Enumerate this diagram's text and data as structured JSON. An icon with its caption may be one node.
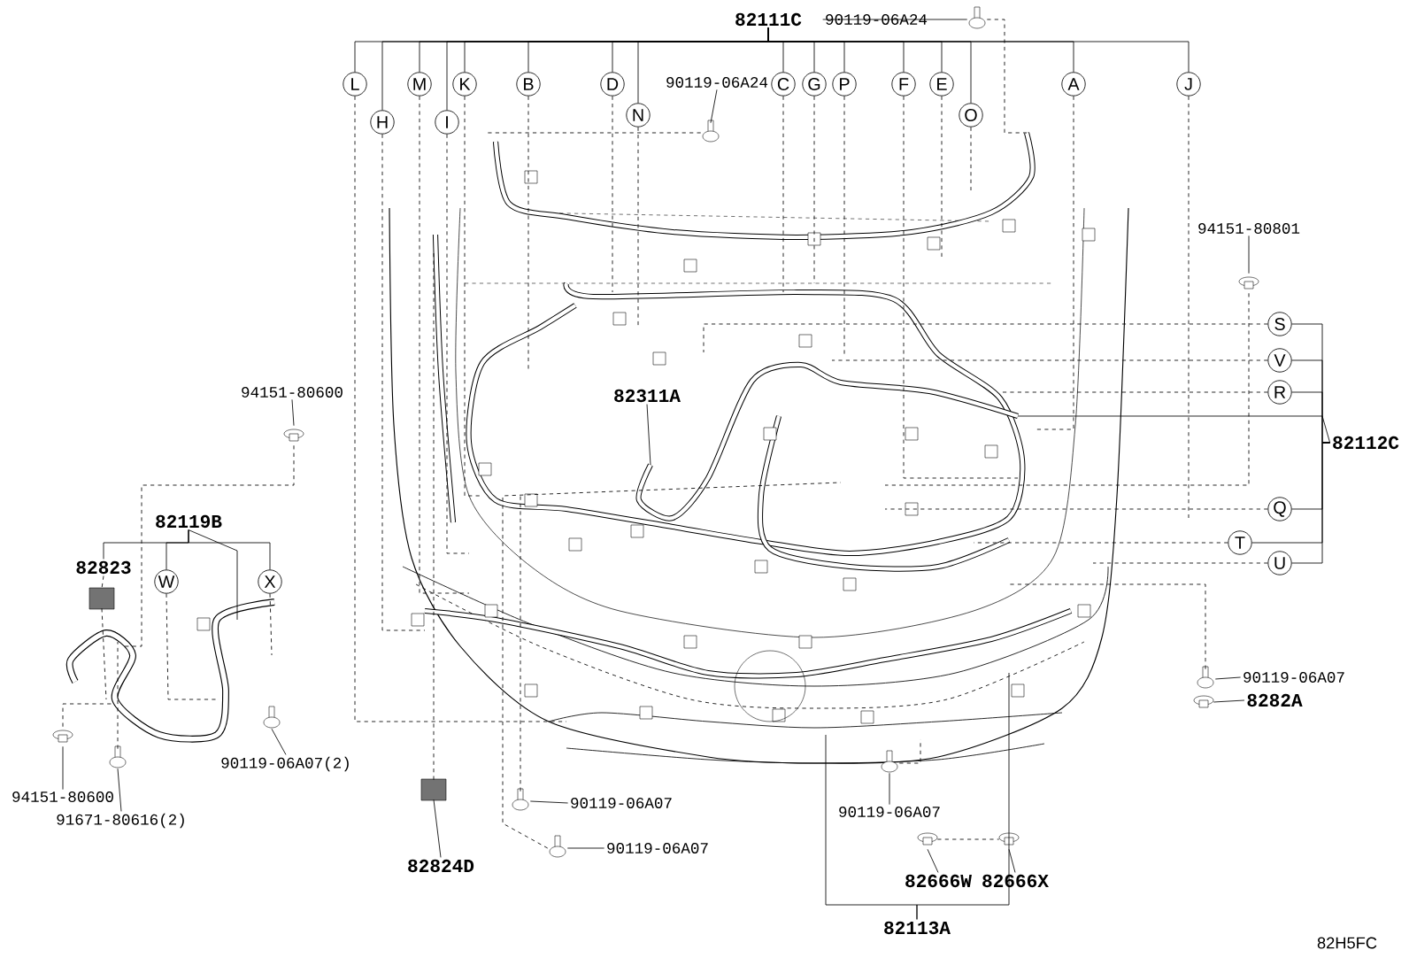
{
  "diagram": {
    "nodes": [
      {
        "text": [
          "82111C"
        ]
      },
      {
        "text": [
          "90119-06A24"
        ]
      },
      {
        "text": [
          "90119-06A24"
        ]
      },
      {
        "text": [
          "94151-80801"
        ]
      },
      {
        "text": [
          "82112C"
        ]
      },
      {
        "text": [
          "94151-80600"
        ]
      },
      {
        "text": [
          "82311A"
        ]
      },
      {
        "text": [
          "82119B"
        ]
      },
      {
        "text": [
          "82823"
        ]
      },
      {
        "text": [
          "90119-06A07(2)"
        ]
      },
      {
        "text": [
          "94151-80600"
        ]
      },
      {
        "text": [
          "91671-80616(2)"
        ]
      },
      {
        "text": [
          "82824D"
        ]
      },
      {
        "text": [
          "90119-06A07"
        ]
      },
      {
        "text": [
          "90119-06A07"
        ]
      },
      {
        "text": [
          "90119-06A07"
        ]
      },
      {
        "text": [
          "82666W"
        ]
      },
      {
        "text": [
          "82666X"
        ]
      },
      {
        "text": [
          "82113A"
        ]
      },
      {
        "text": [
          "90119-06A07"
        ]
      },
      {
        "text": [
          "8282A"
        ]
      },
      {
        "text": [
          "L"
        ]
      },
      {
        "text": [
          "H"
        ]
      },
      {
        "text": [
          "M"
        ]
      },
      {
        "text": [
          "I"
        ]
      },
      {
        "text": [
          "K"
        ]
      },
      {
        "text": [
          "B"
        ]
      },
      {
        "text": [
          "D"
        ]
      },
      {
        "text": [
          "N"
        ]
      },
      {
        "text": [
          "C"
        ]
      },
      {
        "text": [
          "G"
        ]
      },
      {
        "text": [
          "P"
        ]
      },
      {
        "text": [
          "F"
        ]
      },
      {
        "text": [
          "E"
        ]
      },
      {
        "text": [
          "O"
        ]
      },
      {
        "text": [
          "A"
        ]
      },
      {
        "text": [
          "J"
        ]
      },
      {
        "text": [
          "S"
        ]
      },
      {
        "text": [
          "V"
        ]
      },
      {
        "text": [
          "R"
        ]
      },
      {
        "text": [
          "Q"
        ]
      },
      {
        "text": [
          "T"
        ]
      },
      {
        "text": [
          "U"
        ]
      },
      {
        "text": [
          "W"
        ]
      },
      {
        "text": [
          "X"
        ]
      },
      {
        "text": [],
        "shape": "clip"
      },
      {
        "text": [],
        "shape": "box"
      },
      {
        "text": [],
        "shape": "bolt"
      },
      {
        "text": [],
        "shape": "bolt"
      },
      {
        "text": [],
        "shape": "clip"
      },
      {
        "text": [],
        "shape": "box"
      },
      {
        "text": [],
        "shape": "bolt"
      },
      {
        "text": [],
        "shape": "bolt"
      },
      {
        "text": [],
        "shape": "bolt"
      },
      {
        "text": [],
        "shape": "bolt"
      },
      {
        "text": [],
        "shape": "clip"
      },
      {
        "text": [],
        "shape": "bolt"
      },
      {
        "text": [],
        "shape": "clip"
      },
      {
        "text": [],
        "shape": "bolt"
      },
      {
        "text": [],
        "shape": "clip"
      },
      {
        "text": [],
        "shape": "clip"
      }
    ],
    "edges": [
      {
        "from": 0,
        "to": 21,
        "arrow": "none"
      },
      {
        "from": 0,
        "to": 22,
        "arrow": "none"
      },
      {
        "from": 0,
        "to": 23,
        "arrow": "none"
      },
      {
        "from": 0,
        "to": 24,
        "arrow": "none"
      },
      {
        "from": 0,
        "to": 25,
        "arrow": "none"
      },
      {
        "from": 0,
        "to": 26,
        "arrow": "none"
      },
      {
        "from": 0,
        "to": 27,
        "arrow": "none"
      },
      {
        "from": 0,
        "to": 28,
        "arrow": "none"
      },
      {
        "from": 0,
        "to": 29,
        "arrow": "none"
      },
      {
        "from": 0,
        "to": 30,
        "arrow": "none"
      },
      {
        "from": 0,
        "to": 31,
        "arrow": "none"
      },
      {
        "from": 0,
        "to": 32,
        "arrow": "none"
      },
      {
        "from": 0,
        "to": 33,
        "arrow": "none"
      },
      {
        "from": 0,
        "to": 34,
        "arrow": "none"
      },
      {
        "from": 0,
        "to": 35,
        "arrow": "none"
      },
      {
        "from": 0,
        "to": 36,
        "arrow": "none"
      },
      {
        "from": 21,
        "to": null,
        "arrow": "none",
        "style": "dashed"
      },
      {
        "from": 22,
        "to": null,
        "arrow": "none",
        "style": "dashed"
      },
      {
        "from": 23,
        "to": null,
        "arrow": "none",
        "style": "dashed"
      },
      {
        "from": 24,
        "to": null,
        "arrow": "none",
        "style": "dashed"
      },
      {
        "from": 25,
        "to": null,
        "arrow": "none",
        "style": "dashed"
      },
      {
        "from": 26,
        "to": null,
        "arrow": "none",
        "style": "dashed"
      },
      {
        "from": 27,
        "to": null,
        "arrow": "none",
        "style": "dashed"
      },
      {
        "from": 28,
        "to": null,
        "arrow": "none",
        "style": "dashed"
      },
      {
        "from": 29,
        "to": null,
        "arrow": "none",
        "style": "dashed"
      },
      {
        "from": 30,
        "to": null,
        "arrow": "none",
        "style": "dashed"
      },
      {
        "from": 31,
        "to": null,
        "arrow": "none",
        "style": "dashed"
      },
      {
        "from": 32,
        "to": null,
        "arrow": "none",
        "style": "dashed"
      },
      {
        "from": 33,
        "to": null,
        "arrow": "none",
        "style": "dashed"
      },
      {
        "from": 34,
        "to": null,
        "arrow": "none",
        "style": "dashed"
      },
      {
        "from": 35,
        "to": null,
        "arrow": "none",
        "style": "dashed"
      },
      {
        "from": 36,
        "to": null,
        "arrow": "none",
        "style": "dashed"
      },
      {
        "from": 37,
        "to": null,
        "arrow": "none",
        "style": "dashed"
      },
      {
        "from": 38,
        "to": null,
        "arrow": "none",
        "style": "dashed"
      },
      {
        "from": 39,
        "to": null,
        "arrow": "none",
        "style": "dashed"
      },
      {
        "from": 40,
        "to": null,
        "arrow": "none",
        "style": "dashed"
      },
      {
        "from": 41,
        "to": null,
        "arrow": "none",
        "style": "dashed"
      },
      {
        "from": 42,
        "to": null,
        "arrow": "none",
        "style": "dashed"
      },
      {
        "from": 4,
        "to": 37,
        "arrow": "none"
      },
      {
        "from": 4,
        "to": 38,
        "arrow": "none"
      },
      {
        "from": 4,
        "to": 39,
        "arrow": "none"
      },
      {
        "from": 4,
        "to": 40,
        "arrow": "none"
      },
      {
        "from": 4,
        "to": 41,
        "arrow": "none"
      },
      {
        "from": 4,
        "to": 42,
        "arrow": "none"
      },
      {
        "from": 4,
        "to": null,
        "arrow": "none"
      },
      {
        "from": 7,
        "to": 8,
        "arrow": "none"
      },
      {
        "from": 7,
        "to": 43,
        "arrow": "none"
      },
      {
        "from": 7,
        "to": 44,
        "arrow": "none"
      },
      {
        "from": 7,
        "to": null,
        "arrow": "none"
      },
      {
        "from": 8,
        "to": 46,
        "arrow": "none",
        "style": "dashed"
      },
      {
        "from": 46,
        "to": null,
        "arrow": "none",
        "style": "dashed"
      },
      {
        "from": 43,
        "to": null,
        "arrow": "none",
        "style": "dashed"
      },
      {
        "from": 44,
        "to": null,
        "arrow": "none",
        "style": "dashed"
      },
      {
        "from": 1,
        "to": 56,
        "arrow": "none"
      },
      {
        "from": 2,
        "to": 53,
        "arrow": "none"
      },
      {
        "from": 3,
        "to": 60,
        "arrow": "none"
      },
      {
        "from": 5,
        "to": 49,
        "arrow": "none"
      },
      {
        "from": 6,
        "to": null,
        "arrow": "none"
      },
      {
        "from": 9,
        "to": 48,
        "arrow": "none"
      },
      {
        "from": 10,
        "to": 45,
        "arrow": "none"
      },
      {
        "from": 11,
        "to": 47,
        "arrow": "none"
      },
      {
        "from": 12,
        "to": 50,
        "arrow": "none"
      },
      {
        "from": 13,
        "to": 51,
        "arrow": "none"
      },
      {
        "from": 14,
        "to": 52,
        "arrow": "none"
      },
      {
        "from": 15,
        "to": 54,
        "arrow": "none"
      },
      {
        "from": 16,
        "to": 55,
        "arrow": "none"
      },
      {
        "from": 17,
        "to": 57,
        "arrow": "none"
      },
      {
        "from": 18,
        "to": null,
        "arrow": "none"
      },
      {
        "from": 18,
        "to": null,
        "arrow": "none"
      },
      {
        "from": 19,
        "to": 58,
        "arrow": "none"
      },
      {
        "from": 20,
        "to": 59,
        "arrow": "none"
      },
      {
        "from": 56,
        "to": null,
        "arrow": "none",
        "style": "dashed"
      },
      {
        "from": 53,
        "to": null,
        "arrow": "none",
        "style": "dashed"
      },
      {
        "from": 60,
        "to": null,
        "arrow": "none",
        "style": "dashed"
      },
      {
        "from": 49,
        "to": null,
        "arrow": "none",
        "style": "dashed"
      },
      {
        "from": 45,
        "to": null,
        "arrow": "none",
        "style": "dashed"
      },
      {
        "from": 47,
        "to": null,
        "arrow": "none",
        "style": "dashed"
      },
      {
        "from": 50,
        "to": null,
        "arrow": "none",
        "style": "dashed"
      },
      {
        "from": 51,
        "to": null,
        "arrow": "none",
        "style": "dashed"
      },
      {
        "from": 52,
        "to": null,
        "arrow": "none",
        "style": "dashed"
      },
      {
        "from": 54,
        "to": null,
        "arrow": "none",
        "style": "dashed"
      },
      {
        "from": 58,
        "to": null,
        "arrow": "none",
        "style": "dashed"
      },
      {
        "from": 55,
        "to": 57,
        "arrow": "none",
        "style": "dashed"
      }
    ],
    "labels": [
      "82H5FC"
    ]
  }
}
